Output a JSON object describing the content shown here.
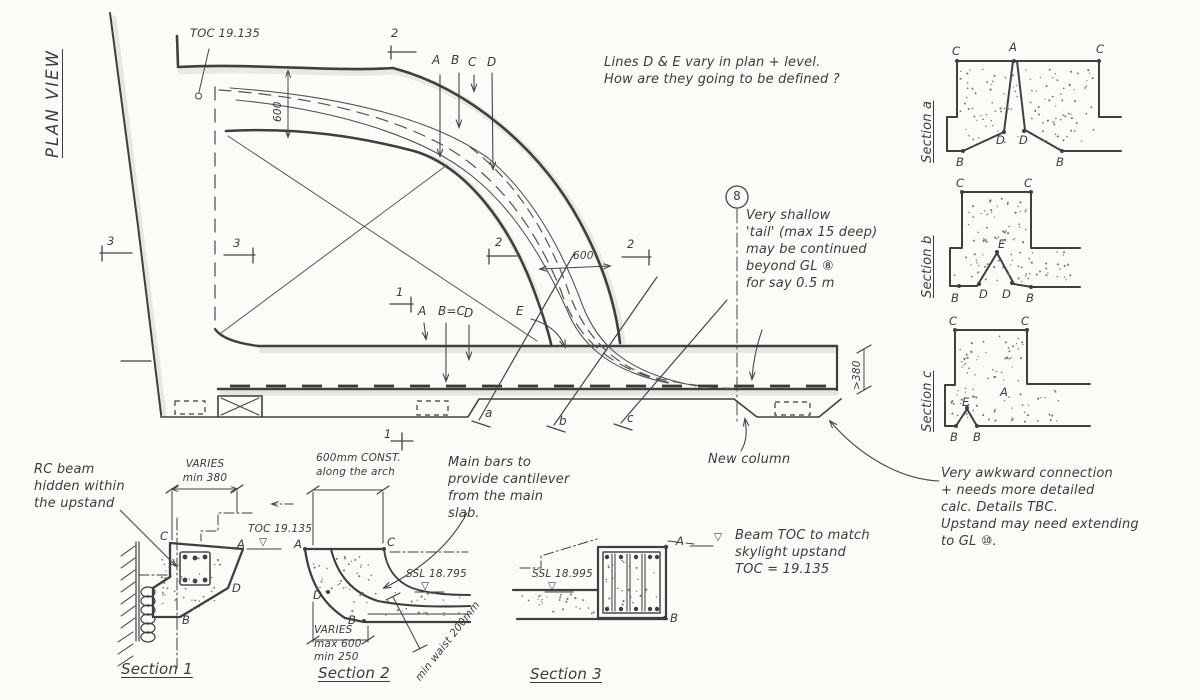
{
  "plan": {
    "title": "PLAN VIEW",
    "toc_label": "TOC 19.135",
    "dim_600_vert": "600",
    "dim_600_arch": "600",
    "dim_gt380": ">380",
    "top_line_labels": [
      "A",
      "B",
      "C",
      "D"
    ],
    "mid_line_labels": [
      "A",
      "B=C",
      "D"
    ],
    "label_e": "E",
    "note_lines": "Lines D & E vary in plan + level.\nHow are they going to be defined ?",
    "grid_bubble": "8",
    "note_tail": "Very shallow\n'tail' (max 15 deep)\nmay be continued\nbeyond GL ⑧\nfor say 0.5 m",
    "new_column_label": "New column",
    "note_awkward": "Very awkward connection\n+ needs more detailed\ncalc.  Details TBC.\nUpstand may need extending\nto GL ⑩.",
    "section_cut_labels": {
      "s1": "1",
      "s2": "2",
      "s3": "3"
    },
    "diag_cut_labels": [
      "a",
      "b",
      "c"
    ]
  },
  "right_sections": {
    "a": {
      "title": "Section a",
      "labels": {
        "c1": "C",
        "a": "A",
        "c2": "C",
        "d1": "D",
        "d2": "D",
        "b1": "B",
        "b2": "B"
      }
    },
    "b": {
      "title": "Section b",
      "labels": {
        "c1": "C",
        "c2": "C",
        "e": "E",
        "d1": "D",
        "d2": "D",
        "b1": "B",
        "b2": "B"
      }
    },
    "c": {
      "title": "Section c",
      "labels": {
        "c1": "C",
        "c2": "C",
        "e": "E",
        "a": "A",
        "b1": "B",
        "b2": "B"
      }
    }
  },
  "details": {
    "rc_beam_note": "RC beam\nhidden within\nthe upstand",
    "varies_min380": "VARIES\nmin 380",
    "toc_label": "TOC 19.135",
    "level_symbol": "▽",
    "const_600": "600mm CONST.\nalong the arch",
    "main_bars_note": "Main bars to\nprovide cantilever\nfrom the main\nslab.",
    "ssl_18795": "SSL 18.795",
    "ssl_18995": "SSL 18.995",
    "varies_max600": "VARIES\nmax 600\nmin 250",
    "waist_note": "min waist 200mm",
    "beam_toc_note": "Beam TOC to match\nskylight upstand\nTOC = 19.135",
    "sections": {
      "s1": "Section 1",
      "s2": "Section 2",
      "s3": "Section 3"
    },
    "sec1_labels": {
      "c": "C",
      "a": "A",
      "d": "D",
      "b": "B"
    },
    "sec2_labels": {
      "a": "A",
      "c": "C",
      "d": "D",
      "b": "B"
    },
    "sec3_labels": {
      "a": "A",
      "b": "B"
    }
  }
}
